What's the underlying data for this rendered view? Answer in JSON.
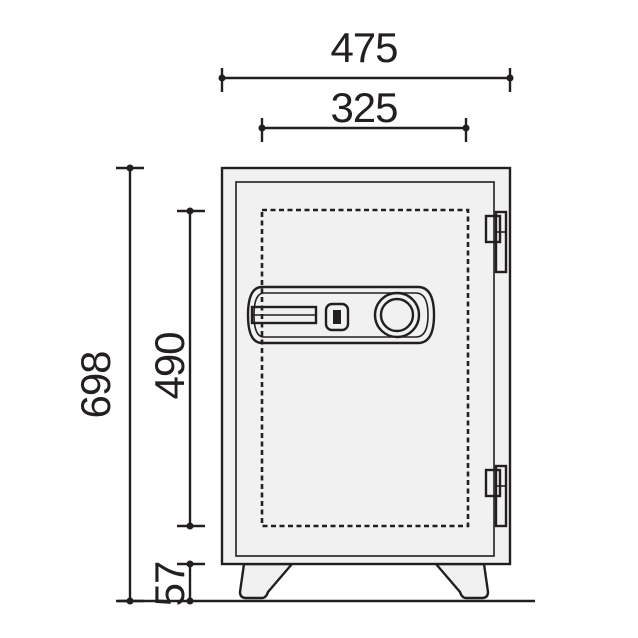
{
  "dimensions": {
    "overall_width": "475",
    "inner_width": "325",
    "overall_height": "698",
    "inner_height": "490",
    "base_height": "57"
  },
  "colors": {
    "line": "#231f20",
    "body_fill": "#f1f1f1",
    "background": "#ffffff"
  }
}
